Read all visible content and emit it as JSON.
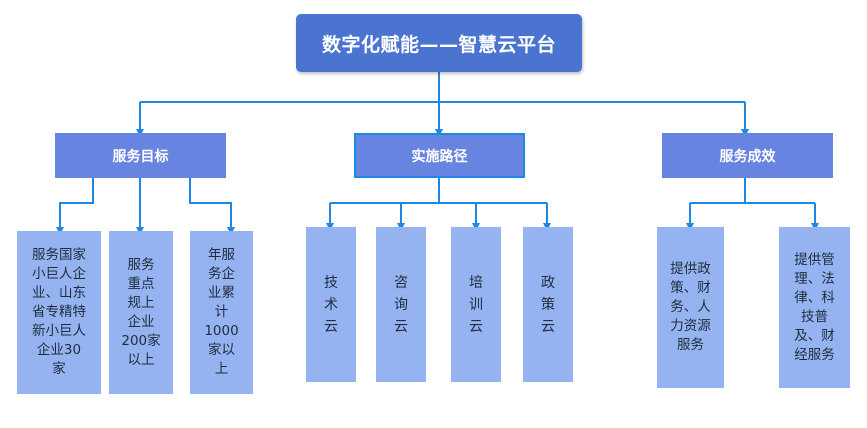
{
  "root": {
    "label": "数字化赋能——智慧云平台"
  },
  "categories": [
    {
      "label": "服务目标"
    },
    {
      "label": "实施路径"
    },
    {
      "label": "服务成效"
    }
  ],
  "leaves": {
    "goal_1": "服务国家\n小巨人企\n业、山东\n省专精特\n新小巨人\n企业30\n家",
    "goal_2": "服务\n重点\n规上\n企业\n200家\n以上",
    "goal_3": "年服\n务企\n业累\n计\n1000\n家以\n上",
    "path_1": "技\n术\n云",
    "path_2": "咨\n询\n云",
    "path_3": "培\n训\n云",
    "path_4": "政\n策\n云",
    "result_1": "提供政\n策、财\n务、人\n力资源\n服务",
    "result_2": "提供管\n理、法\n律、科\n技普\n及、财\n经服务"
  },
  "colors": {
    "connector": "#1e88e5",
    "root_fill": "#4a74cf",
    "category_fill": "#6784e0",
    "leaf_fill": "#95b3f0"
  }
}
